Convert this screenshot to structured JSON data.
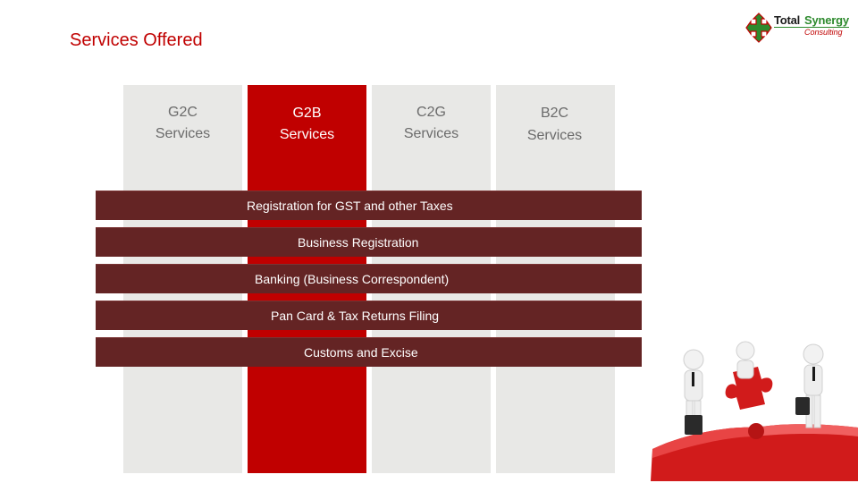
{
  "slide": {
    "title": "Services Offered"
  },
  "logo": {
    "word1": "Total",
    "word2": "Synergy",
    "tagline": "Consulting"
  },
  "columns": [
    {
      "line1": "G2C",
      "line2": "Services",
      "active": false
    },
    {
      "line1": "G2B",
      "line2": "Services",
      "active": true
    },
    {
      "line1": "C2G",
      "line2": "Services",
      "active": false
    },
    {
      "line1": "B2C",
      "line2": "Services",
      "active": false
    }
  ],
  "services": [
    "Registration for GST and other Taxes",
    "Business Registration",
    "Banking (Business Correspondent)",
    "Pan Card & Tax Returns Filing",
    "Customs and Excise"
  ],
  "colors": {
    "accent": "#c00000",
    "bar": "#642424",
    "column": "#e8e8e6",
    "logo_green": "#2d8a2d"
  }
}
